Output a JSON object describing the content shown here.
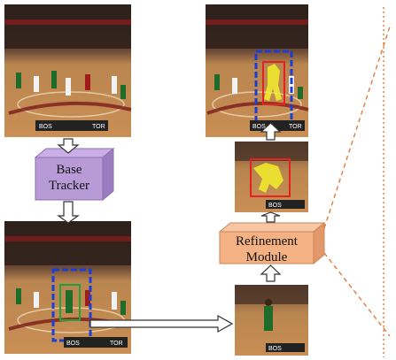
{
  "blocks": {
    "base_tracker": {
      "line1": "Base",
      "line2": "Tracker",
      "color": "#b79ad6"
    },
    "refinement_module": {
      "line1": "Refinement",
      "line2": "Module",
      "color": "#f3b184"
    }
  },
  "frames": [
    {
      "name": "input-frame-top-left",
      "score_left": "BOS",
      "score_right": "TOR"
    },
    {
      "name": "output-frame-top-right",
      "score_left": "BOS",
      "score_right": "TOR"
    },
    {
      "name": "tracked-frame-bottom-left",
      "score_left": "BOS",
      "score_right": "TOR"
    }
  ],
  "boxes": {
    "base_tracker_box_color": "#1a3fd9",
    "green_box_color": "#1fa33a",
    "refined_box_color": "#e52222",
    "mask_color": "#f2ef2a"
  },
  "zoom_line_color": "#e07a3a"
}
